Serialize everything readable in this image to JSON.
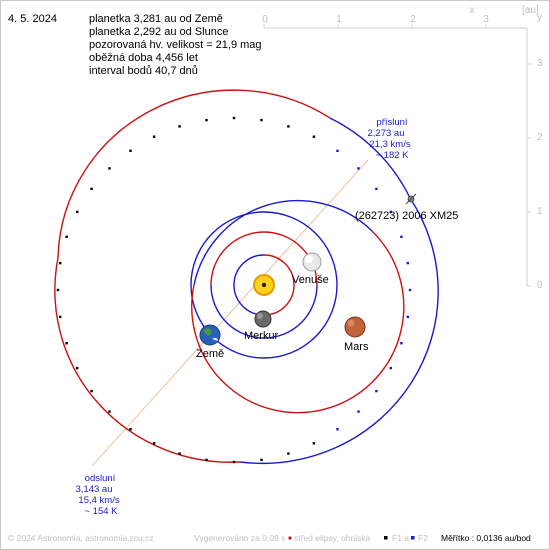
{
  "date": "4. 5. 2024",
  "info_lines": [
    "planetka 3,281 au od Země",
    "planetka 2,292 au od Slunce",
    "pozorovaná hv. velikost = 21,9 mag",
    "oběžná doba 4,456 let",
    "interval bodů 40,7 dnů"
  ],
  "scale": {
    "x_ticks": [
      "0",
      "1",
      "2",
      "3"
    ],
    "y_ticks": [
      "3",
      "2",
      "1",
      "0"
    ],
    "x_axis_label": "x",
    "unit": "[au]",
    "y_axis_label": "y"
  },
  "perihelion": {
    "title": "přísluní",
    "distance": "2,273 au",
    "speed": "21,3 km/s",
    "days": "~ 182 K"
  },
  "aphelion": {
    "title": "odsluní",
    "distance": "3,143 au",
    "speed": "15,4 km/s",
    "days": "~ 154 K"
  },
  "object_name": "(262723) 2006 XM25",
  "planets": [
    "Venuše",
    "Merkur",
    "Země",
    "Mars"
  ],
  "footer": {
    "copyright": "© 2024 Astronomia, astronomia.zcu.cz",
    "generated": "Vygenerováno za 0,09 s",
    "legend_center": "střed elipsy, ohniska",
    "legend_f1": "F1 a",
    "legend_f2": "F2",
    "scale": "Měřítko : 0,0136 au/bod"
  },
  "colors": {
    "above_ecliptic": "#1a1acc",
    "below_ecliptic": "#cc1111",
    "apsis_text": "#1a1acc",
    "apse_line": "#f0b080"
  }
}
